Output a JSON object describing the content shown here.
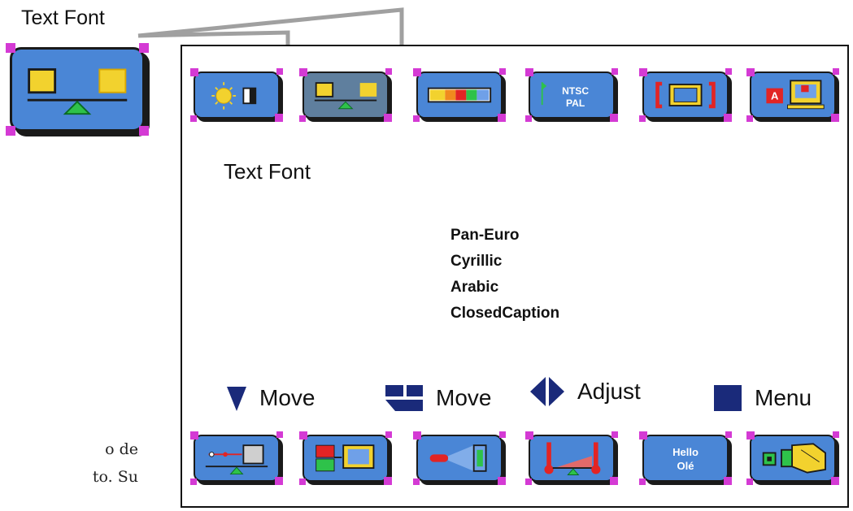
{
  "callout": {
    "title": "Text Font",
    "icon": "text-font-icon"
  },
  "menu": {
    "title": "Text Font",
    "options": [
      "Pan-Euro",
      "Cyrillic",
      "Arabic",
      "ClosedCaption"
    ]
  },
  "top_icons": [
    {
      "name": "brightness-contrast-icon"
    },
    {
      "name": "text-font-icon",
      "selected": true
    },
    {
      "name": "color-bar-icon"
    },
    {
      "name": "ntsc-pal-icon",
      "label_line1": "NTSC",
      "label_line2": "PAL"
    },
    {
      "name": "screen-size-icon"
    },
    {
      "name": "osd-language-icon",
      "badge": "A"
    }
  ],
  "bottom_icons": [
    {
      "name": "slider-balance-icon"
    },
    {
      "name": "input-select-icon"
    },
    {
      "name": "projector-icon"
    },
    {
      "name": "thermometer-icon"
    },
    {
      "name": "hello-ole-icon",
      "label_line1": "Hello",
      "label_line2": "Olé"
    },
    {
      "name": "hand-pointer-icon"
    }
  ],
  "hints": [
    {
      "icon": "triangle-down-icon",
      "label": "Move"
    },
    {
      "icon": "move-blocks-icon",
      "label": "Move"
    },
    {
      "icon": "left-right-icon",
      "label": "Adjust"
    },
    {
      "icon": "square-menu-icon",
      "label": "Menu"
    }
  ],
  "side_text": [
    "o de",
    "to. Su"
  ],
  "colors": {
    "tile_blue": "#4a86d6",
    "selected_tile": "#5f7f9e",
    "corner_magenta": "#d43ad4",
    "icon_yellow": "#f2d22e",
    "icon_green": "#2ec24a",
    "hint_navy": "#1a2a7a"
  }
}
